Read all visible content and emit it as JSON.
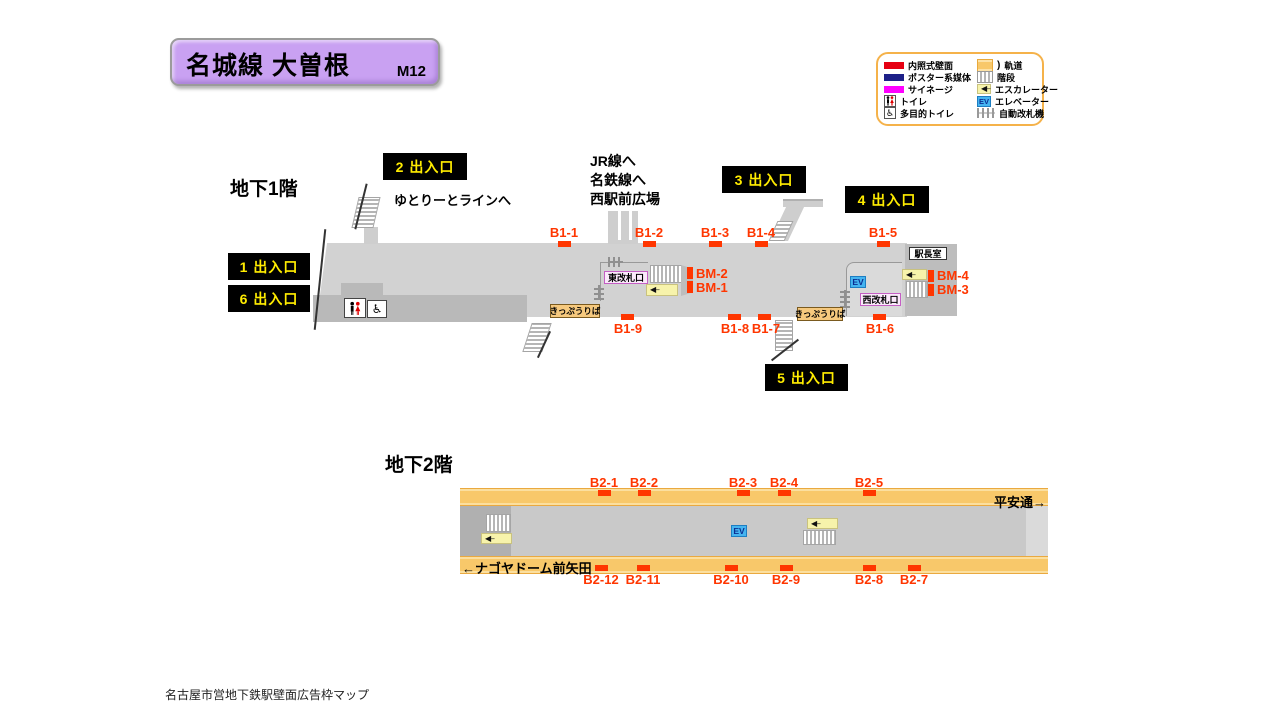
{
  "title": {
    "name": "名城線 大曽根",
    "station_code": "M12"
  },
  "colors": {
    "ad": "#ff3600",
    "exitbg": "#000000",
    "exittext": "#ffec00",
    "track": "#f8c86a",
    "ev": "#45b4f0",
    "illuminated": "#e60012",
    "poster": "#1d2088",
    "signage": "#ff00ff",
    "titlebg": "#c9a1f2"
  },
  "icons": {
    "ev": "EV",
    "escalator_arrow": "◀–",
    "wheelchair": "♿",
    "track_paren": ")"
  },
  "legend": {
    "illuminated": "内照式壁面",
    "poster": "ポスター系媒体",
    "signage": "サイネージ",
    "toilet": "トイレ",
    "multi_toilet": "多目的トイレ",
    "track": "軌道",
    "stairs": "階段",
    "escalator": "エスカレーター",
    "elevator": "エレベーター",
    "ticket_gate": "自動改札機"
  },
  "floor1": {
    "label": "地下1階",
    "exits": {
      "e1": "1 出入口",
      "e2": "2 出入口",
      "e3": "3 出入口",
      "e4": "4 出入口",
      "e5": "5 出入口",
      "e6": "6 出入口"
    },
    "notes": {
      "yutorito": "ゆとりーとラインへ",
      "jr1": "JR線へ",
      "jr2": "名鉄線へ",
      "jr3": "西駅前広場"
    },
    "rooms": {
      "stationmaster": "駅長室",
      "east_gate": "東改札口",
      "west_gate": "西改札口",
      "ticket_office": "きっぷうりば",
      "elevator": "EV"
    },
    "ads_top": [
      "B1-1",
      "B1-2",
      "B1-3",
      "B1-4",
      "B1-5"
    ],
    "ads_bottom": [
      "B1-9",
      "B1-8",
      "B1-7",
      "B1-6"
    ],
    "ads_bm_east": [
      "BM-2",
      "BM-1"
    ],
    "ads_bm_west": [
      "BM-4",
      "BM-3"
    ]
  },
  "floor2": {
    "label": "地下2階",
    "directions": {
      "right": "平安通→",
      "left": "←ナゴヤドーム前矢田"
    },
    "elevator": "EV",
    "ads_top": [
      "B2-1",
      "B2-2",
      "B2-3",
      "B2-4",
      "B2-5"
    ],
    "ads_bottom": [
      "B2-12",
      "B2-11",
      "B2-10",
      "B2-9",
      "B2-8",
      "B2-7"
    ]
  },
  "caption": "名古屋市営地下鉄駅壁面広告枠マップ"
}
